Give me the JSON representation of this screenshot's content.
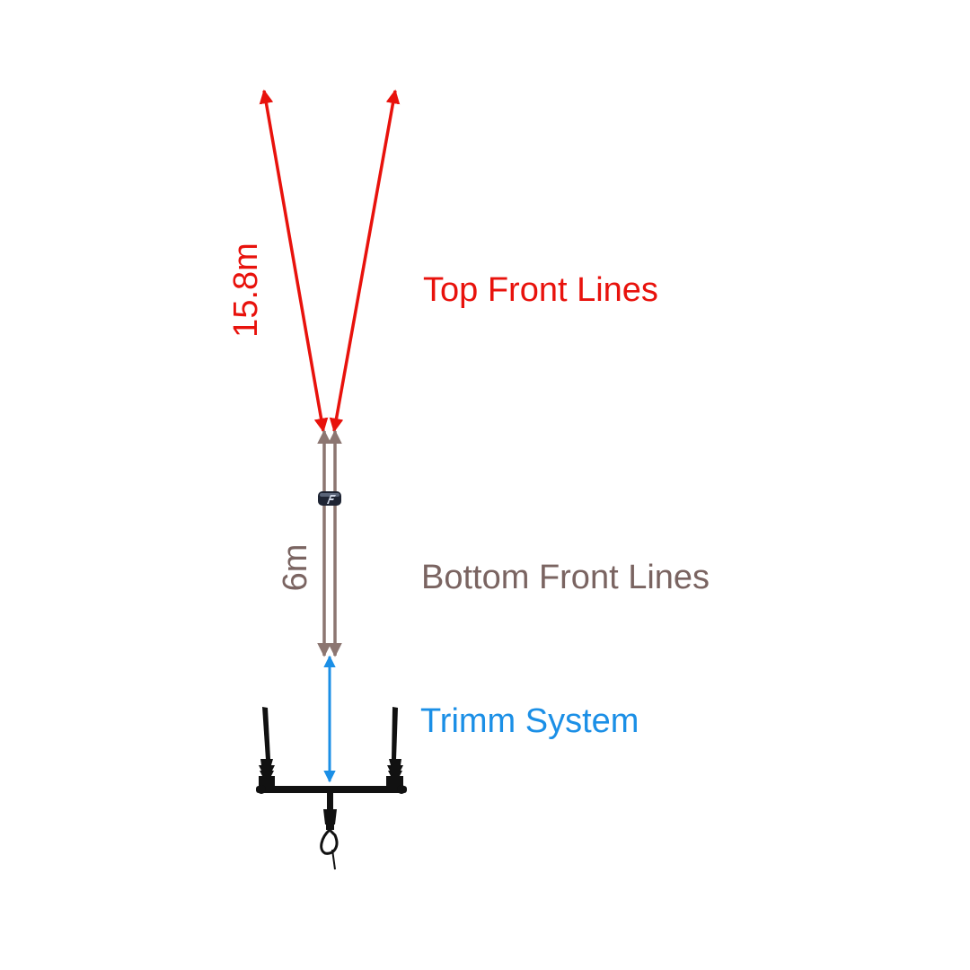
{
  "labels": {
    "top_front_lines": "Top Front Lines",
    "bottom_front_lines": "Bottom Front Lines",
    "trimm_system": "Trimm System",
    "top_length": "15.8m",
    "bottom_length": "6m"
  },
  "colors": {
    "top_lines": "#e8120c",
    "bottom_lines": "#8c7671",
    "trimm": "#1b8fe6",
    "bar": "#111111",
    "bottom_label_text": "#7a6461"
  },
  "icons": {
    "line_float": "float-ring-icon",
    "control_bar": "control-bar-icon",
    "chicken_loop": "chicken-loop-icon"
  }
}
